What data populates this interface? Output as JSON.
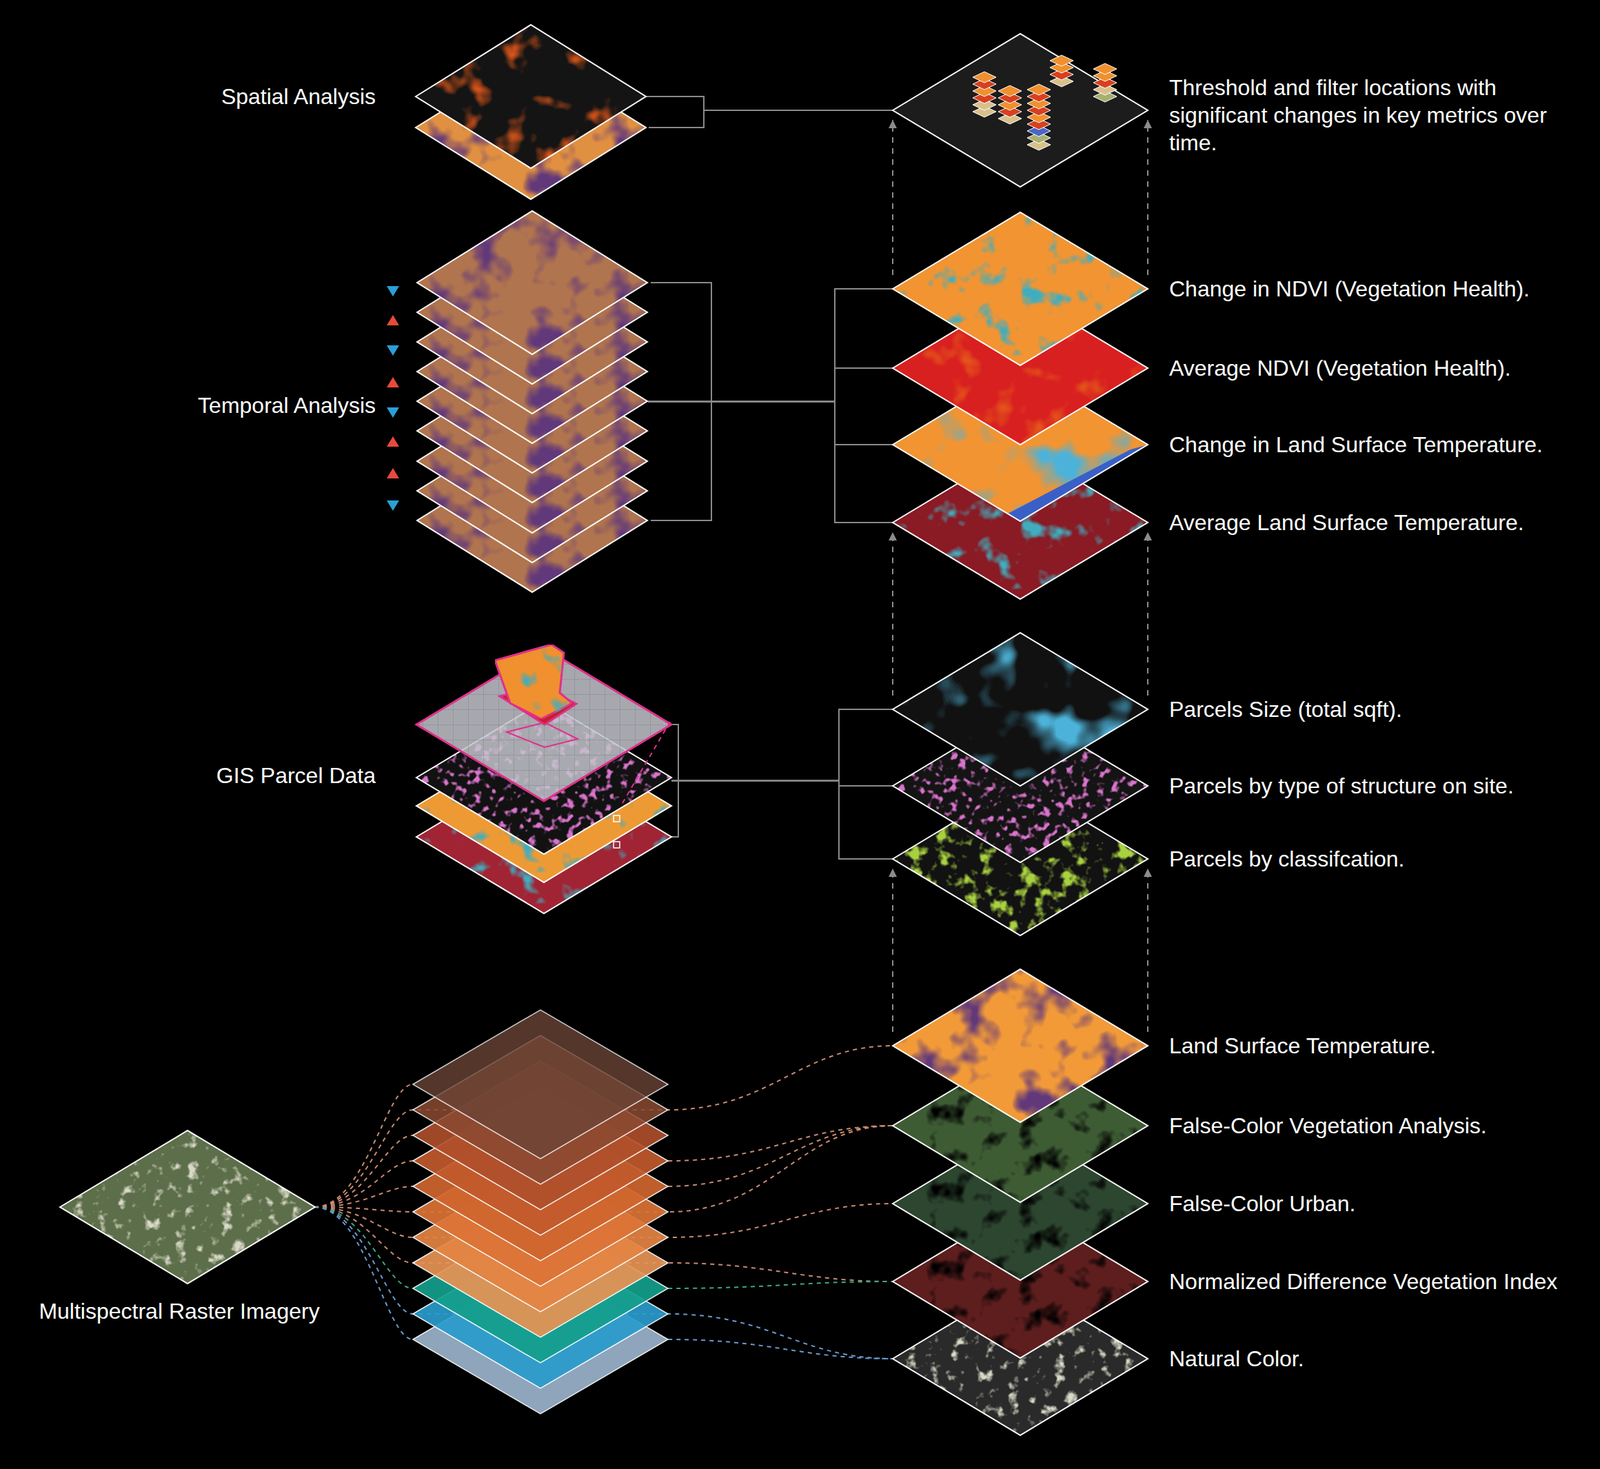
{
  "diagram": {
    "nodes": [
      {
        "text": [
          "Spatial Analysis"
        ]
      },
      {
        "text": [
          "Threshold and filter locations with significant changes in key metrics over time."
        ]
      },
      {
        "text": [
          "Temporal Analysis"
        ]
      },
      {
        "text": [
          "Change in NDVI (Vegetation Health)."
        ]
      },
      {
        "text": [
          "Average NDVI (Vegetation Health)."
        ]
      },
      {
        "text": [
          "Change in Land Surface Temperature."
        ]
      },
      {
        "text": [
          "Average Land Surface Temperature."
        ]
      },
      {
        "text": [
          "GIS Parcel Data"
        ]
      },
      {
        "text": [
          "Parcels Size (total sqft)."
        ]
      },
      {
        "text": [
          "Parcels by type of structure on site."
        ]
      },
      {
        "text": [
          "Parcels by classifcation."
        ]
      },
      {
        "text": [
          "Multispectral Raster Imagery"
        ]
      },
      {
        "text": [
          "Land Surface Temperature."
        ]
      },
      {
        "text": [
          "False-Color Vegetation Analysis."
        ]
      },
      {
        "text": [
          "False-Color Urban."
        ]
      },
      {
        "text": [
          "Normalized Difference Vegetation Index"
        ]
      },
      {
        "text": [
          "Natural Color."
        ]
      }
    ],
    "edges": [
      {
        "from": 0,
        "to": 1,
        "arrow": "none"
      },
      {
        "from": 2,
        "to": 3,
        "arrow": "none"
      },
      {
        "from": 2,
        "to": 4,
        "arrow": "none"
      },
      {
        "from": 2,
        "to": 5,
        "arrow": "none"
      },
      {
        "from": 2,
        "to": 6,
        "arrow": "none"
      },
      {
        "from": 7,
        "to": 8,
        "arrow": "none"
      },
      {
        "from": 7,
        "to": 9,
        "arrow": "none"
      },
      {
        "from": 7,
        "to": 10,
        "arrow": "none"
      },
      {
        "from": 12,
        "to": 10,
        "arrow": "to"
      },
      {
        "from": 8,
        "to": 6,
        "arrow": "to"
      },
      {
        "from": 3,
        "to": 1,
        "arrow": "to"
      },
      {
        "from": 11,
        "to": 12,
        "arrow": "none"
      },
      {
        "from": 11,
        "to": 13,
        "arrow": "none"
      },
      {
        "from": 11,
        "to": 14,
        "arrow": "none"
      },
      {
        "from": 11,
        "to": 15,
        "arrow": "none"
      },
      {
        "from": 11,
        "to": 16,
        "arrow": "none"
      }
    ]
  }
}
